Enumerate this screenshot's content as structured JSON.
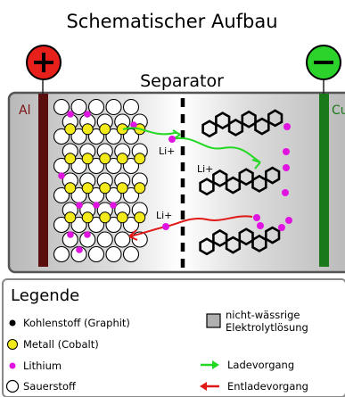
{
  "title": "Schematischer Aufbau",
  "separator_label": "Separator",
  "electrodes": {
    "left_label": "Al",
    "right_label": "Cu",
    "plus_sign": "+",
    "minus_sign": "−"
  },
  "ion_labels": [
    "Li+",
    "Li+",
    "Li+"
  ],
  "legend": {
    "title": "Legende",
    "carbon": "Kohlenstoff (Graphit)",
    "metal": "Metall (Cobalt)",
    "lithium": "Lithium",
    "oxygen": "Sauerstoff",
    "electrolyte_line1": "nicht-wässrige",
    "electrolyte_line2": "Elektrolytlösung",
    "charge": "Ladevorgang",
    "discharge": "Entladevorgang"
  },
  "colors": {
    "plus_terminal": "#e8201c",
    "minus_terminal": "#2bd32b",
    "aluminium_collector": "#5a0e0e",
    "copper_collector": "#1a7a1a",
    "metal_cobalt": "#f2ea1a",
    "lithium": "#e014e0",
    "charge_arrow": "#22d822",
    "discharge_arrow": "#e01818"
  }
}
